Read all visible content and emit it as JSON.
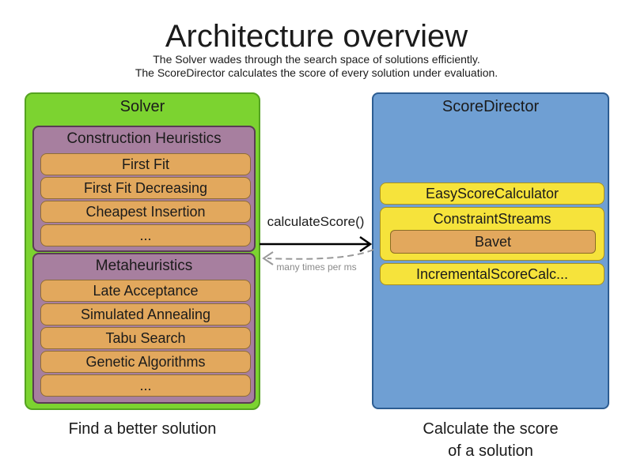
{
  "title": "Architecture overview",
  "subtitle_line1": "The Solver wades through the search space of solutions efficiently.",
  "subtitle_line2": "The ScoreDirector calculates the score of every solution under evaluation.",
  "solver": {
    "label": "Solver",
    "caption": "Find a better solution",
    "construction_heuristics": {
      "label": "Construction Heuristics",
      "items": [
        "First Fit",
        "First Fit Decreasing",
        "Cheapest Insertion",
        "..."
      ]
    },
    "metaheuristics": {
      "label": "Metaheuristics",
      "items": [
        "Late Acceptance",
        "Simulated Annealing",
        "Tabu Search",
        "Genetic Algorithms",
        "..."
      ]
    }
  },
  "score_director": {
    "label": "ScoreDirector",
    "caption_line1": "Calculate the score",
    "caption_line2": "of a solution",
    "calculators": {
      "easy": "EasyScoreCalculator",
      "constraint_streams": "ConstraintStreams",
      "bavet": "Bavet",
      "incremental": "IncrementalScoreCalc..."
    }
  },
  "interaction": {
    "call_label": "calculateScore()",
    "frequency_label": "many times per ms"
  },
  "colors": {
    "solver_fill": "#7cd330",
    "solver_border": "#55a321",
    "phase_fill": "#a77f9f",
    "phase_border": "#5a3c55",
    "algorithm_fill": "#e2a85d",
    "algorithm_border": "#8f6d35",
    "score_director_fill": "#6f9fd3",
    "score_director_border": "#2d5d92",
    "calculator_fill": "#f6e33b",
    "calculator_border": "#a8911f",
    "call_arrow": "#000000",
    "return_arrow": "#999999"
  }
}
